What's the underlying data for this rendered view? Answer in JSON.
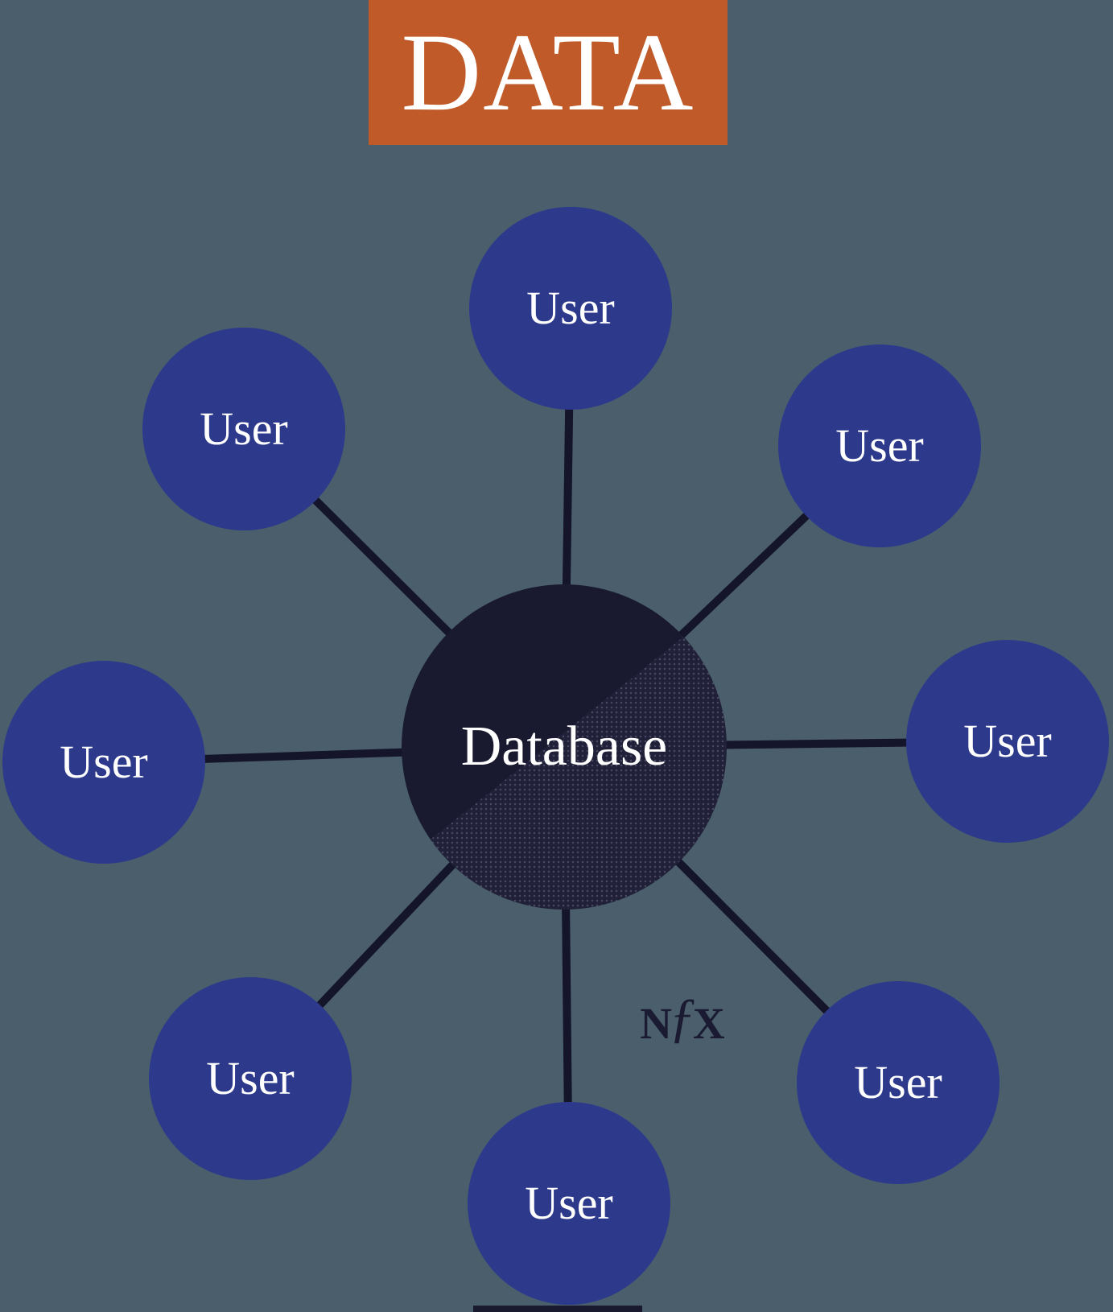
{
  "title_banner": {
    "text": "DATA",
    "bg_color": "#C05A28",
    "text_color": "#FFFFFF"
  },
  "background_color": "#4A5F6B",
  "diagram": {
    "type": "hub-and-spoke network",
    "hub": {
      "label": "Database",
      "fill": "#191930",
      "text_color": "#FFFFFF"
    },
    "users": [
      {
        "position": "top",
        "label": "User"
      },
      {
        "position": "top-right",
        "label": "User"
      },
      {
        "position": "right",
        "label": "User"
      },
      {
        "position": "bottom-right",
        "label": "User"
      },
      {
        "position": "bottom",
        "label": "User"
      },
      {
        "position": "bottom-left",
        "label": "User"
      },
      {
        "position": "left",
        "label": "User"
      },
      {
        "position": "top-left",
        "label": "User"
      }
    ],
    "user_node_fill": "#2D3A8C",
    "user_text_color": "#FFFFFF",
    "link_color": "#14142A",
    "link_width": 10
  },
  "logo": {
    "name": "NfX",
    "letters": {
      "n": "N",
      "f": "ƒ",
      "x": "X"
    },
    "color": "#1A1A33"
  }
}
